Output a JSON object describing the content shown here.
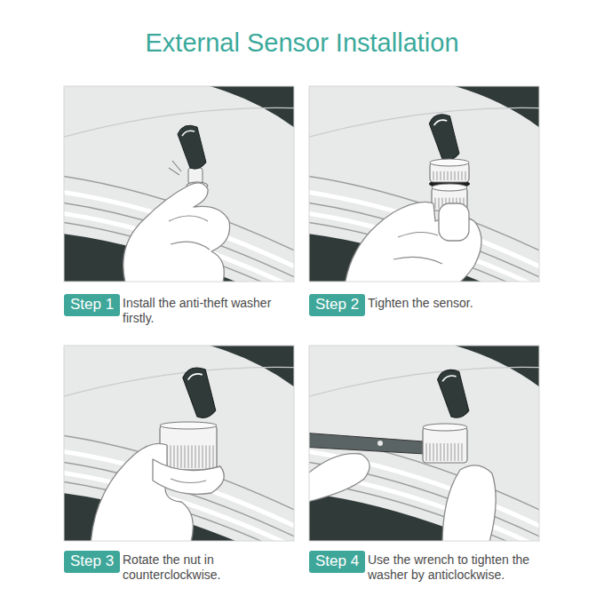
{
  "diagram": {
    "title": "External Sensor Installation",
    "nodes": [
      {
        "text": [
          "Step 1"
        ]
      },
      {
        "text": [
          "Step 2"
        ]
      },
      {
        "text": [
          "Step 3"
        ]
      },
      {
        "text": [
          "Step 4"
        ]
      }
    ],
    "labels": [
      "Install the anti-theft washer firstly.",
      "Tighten the sensor.",
      "Rotate the nut in counterclockwise.",
      "Use the wrench to tighten the washer by anticlockwise."
    ]
  }
}
